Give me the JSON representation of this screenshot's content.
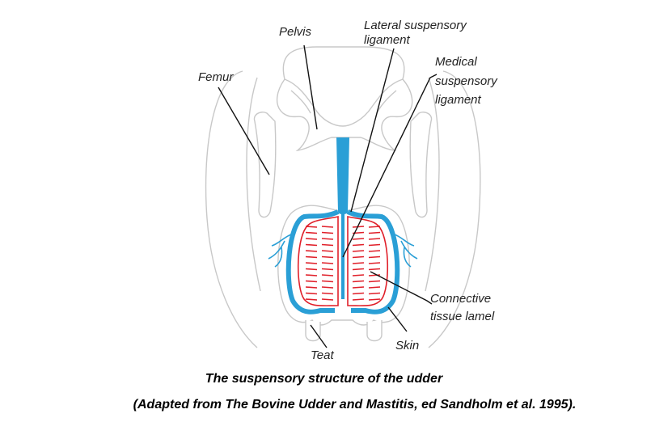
{
  "labels": {
    "pelvis": "Pelvis",
    "lateral_1": "Lateral suspensory",
    "lateral_2": "ligament",
    "medical_1": "Medical",
    "medical_2": "suspensory",
    "medical_3": "ligament",
    "femur": "Femur",
    "connective_1": "Connective",
    "connective_2": "tissue lamel",
    "skin": "Skin",
    "teat": "Teat"
  },
  "caption": {
    "title": "The suspensory structure of  the udder",
    "source": "(Adapted from The Bovine Udder and Mastitis, ed Sandholm et al. 1995)."
  },
  "colors": {
    "ligament_blue": "#2a9fd6",
    "lamellae_red": "#e0202a",
    "outline_gray": "#c8c8c8"
  }
}
